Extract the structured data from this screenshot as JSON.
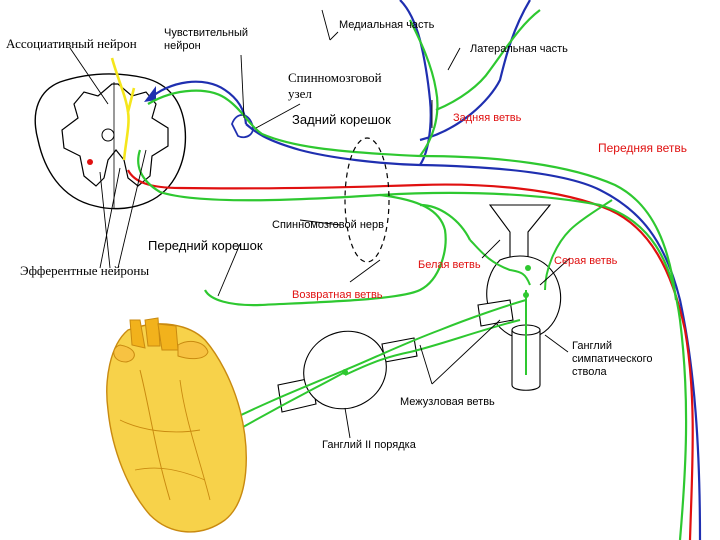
{
  "labels": {
    "associative_neuron": "Ассоциативный нейрон",
    "sensory_neuron_line1": "Чувствительный",
    "sensory_neuron_line2": "нейрон",
    "medial_part": "Медиальная часть",
    "lateral_part": "Латеральная часть",
    "spinal_ganglion_line1": "Спинномозговой",
    "spinal_ganglion_line2": "узел",
    "dorsal_root": "Задний корешок",
    "dorsal_branch": "Задняя ветвь",
    "ventral_branch": "Передняя ветвь",
    "spinal_nerve": "Спинномозговой нерв",
    "ventral_root": "Передний корешок",
    "efferent_neurons": "Эфферентные нейроны",
    "white_ramus": "Белая ветвь",
    "gray_ramus": "Серая ветвь",
    "recurrent_branch": "Возвратная ветвь",
    "sympathetic_ganglion_line1": "Ганглий",
    "sympathetic_ganglion_line2": "симпатического",
    "sympathetic_ganglion_line3": "ствола",
    "internodal_branch": "Межузловая  ветвь",
    "second_order_ganglion": "Ганглий II порядка"
  },
  "colors": {
    "sensory": "#1f2fb0",
    "motor": "#e01010",
    "autonomic": "#2ec830",
    "associative": "#f5e61c",
    "heart": "#f2b21c"
  }
}
